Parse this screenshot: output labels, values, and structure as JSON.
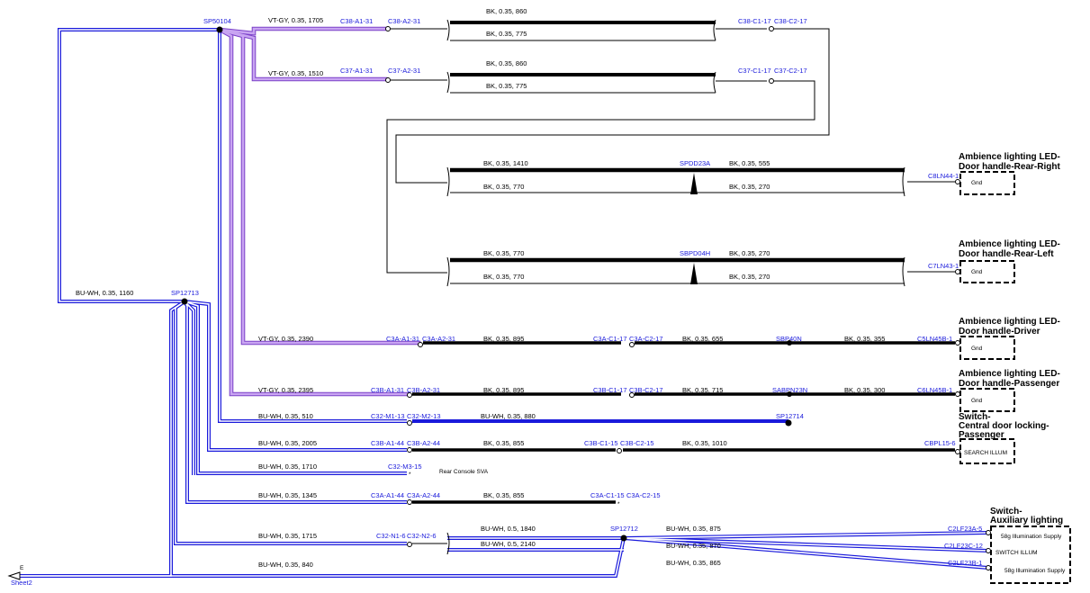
{
  "colors": {
    "black": "#000000",
    "blue": "#1a1adb",
    "violet": "#b07ee6",
    "violet_dark": "#7a40c8",
    "navy": "#1a1adb"
  },
  "splices": {
    "sp50104": "SP50104",
    "sp12713": "SP12713",
    "sp12714": "SP12714",
    "sp12712": "SP12712",
    "spdd23a": "SPDD23A",
    "sbpd04h": "SBPD04H",
    "sbp40n": "SBP40N",
    "sabpn23n": "SABPN23N"
  },
  "wires": {
    "w1": "VT-GY,  0.35,  1705",
    "w2": "VT-GY,  0.35,  1510",
    "w3": "VT-GY,  0.35,  2390",
    "w4": "VT-GY,  0.35,  2395",
    "w5": "BU-WH,  0.35,  510",
    "w6": "BU-WH,  0.35,  2005",
    "w7": "BU-WH,  0.35,  1710",
    "w8": "BU-WH,  0.35,  1345",
    "w9": "BU-WH,  0.35,  1715",
    "w10": "BU-WH,  0.35,  840",
    "w11": "BU-WH,  0.35,  1160",
    "b1": "BK,  0.35,  860",
    "b2": "BK,  0.35,  775",
    "b3": "BK,  0.35,  860",
    "b4": "BK,  0.35,  775",
    "b5": "BK,  0.35,  1410",
    "b6": "BK,  0.35,  555",
    "b7": "BK,  0.35,  770",
    "b8": "BK,  0.35,  270",
    "b9": "BK,  0.35,  770",
    "b10": "BK,  0.35,  270",
    "b11": "BK,  0.35,  770",
    "b12": "BK,  0.35,  270",
    "b13": "BK,  0.35,  895",
    "b14": "BK,  0.35,  655",
    "b15": "BK,  0.35,  355",
    "b16": "BK,  0.35,  895",
    "b17": "BK,  0.35,  715",
    "b18": "BK,  0.35,  300",
    "b19": "BU-WH,  0.35,  880",
    "b20": "BK,  0.35,  855",
    "b21": "BK,  0.35,  1010",
    "b22": "BK,  0.35,  855",
    "u1": "BU-WH,  0.5,  1840",
    "u2": "BU-WH,  0.5,  2140",
    "u3": "BU-WH,  0.35,  875",
    "u4": "BU-WH,  0.35,  870",
    "u5": "BU-WH,  0.35,  865"
  },
  "connectors": {
    "c38a1": "C38-A1-31",
    "c38a2": "C38-A2-31",
    "c38c1": "C38-C1-17",
    "c38c2": "C38-C2-17",
    "c37a1": "C37-A1-31",
    "c37a2": "C37-A2-31",
    "c37c1": "C37-C1-17",
    "c37c2": "C37-C2-17",
    "c3aa1": "C3A-A1-31",
    "c3aa2": "C3A-A2-31",
    "c3ac1": "C3A-C1-17",
    "c3ac2": "C3A-C2-17",
    "c3ba1": "C3B-A1-31",
    "c3ba2": "C3B-A2-31",
    "c3bc1": "C3B-C1-17",
    "c3bc2": "C3B-C2-17",
    "c32m1": "C32-M1-13",
    "c32m2": "C32-M2-13",
    "c3ba144": "C3B-A1-44",
    "c3ba244": "C3B-A2-44",
    "c3bc115": "C3B-C1-15",
    "c3bc215": "C3B-C2-15",
    "c32m3": "C32-M3-15",
    "c3aa144": "C3A-A1-44",
    "c3aa244": "C3A-A2-44",
    "c3ac115": "C3A-C1-15",
    "c3ac215": "C3A-C2-15",
    "c32n1": "C32-N1-6",
    "c32n2": "C32-N2-6",
    "c8ln44": "C8LN44-1",
    "c7ln43": "C7LN43-1",
    "c5ln45b": "C5LN45B-1",
    "c6ln45b": "C6LN45B-1",
    "cbpl15": "CBPL15-6",
    "c2lf23a": "C2LF23A-5",
    "c2lf23c": "C2LF23C-12",
    "c2lf23b": "C2LF23B-1"
  },
  "components": {
    "rr_title1": "Ambience lighting LED-",
    "rr_title2": "Door handle-Rear-Right",
    "rl_title1": "Ambience lighting LED-",
    "rl_title2": "Door handle-Rear-Left",
    "dr_title1": "Ambience lighting LED-",
    "dr_title2": "Door handle-Driver",
    "pa_title1": "Ambience lighting LED-",
    "pa_title2": "Door handle-Passenger",
    "sw_title1": "Switch-",
    "sw_title2": "Central door locking-",
    "sw_title3": "Passenger",
    "ax_title1": "Switch-",
    "ax_title2": "Auxiliary lighting",
    "gnd": "Gnd",
    "search_illum": "SEARCH ILLUM",
    "illum_supply": "58g Illumination Supply",
    "switch_illum": "SWITCH ILLUM"
  },
  "notes": {
    "rear_console": "Rear Console SVA",
    "arrow_letter": "E",
    "sheet_ref": "Sheet2"
  }
}
